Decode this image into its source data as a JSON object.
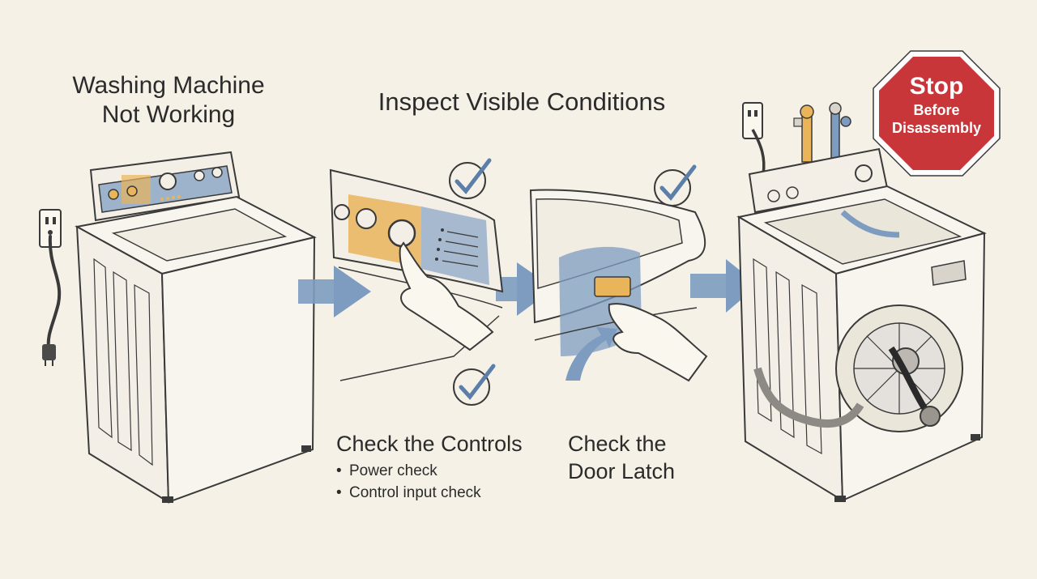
{
  "left_title": {
    "line1": "Washing Machine",
    "line2": "Not Working"
  },
  "center_title": "Inspect Visible Conditions",
  "steps": [
    {
      "title": "Check the Controls",
      "bullets": [
        "Power check",
        "Control input check"
      ]
    },
    {
      "title_line1": "Check the",
      "title_line2": "Door Latch"
    }
  ],
  "stop_sign": {
    "line1": "Stop",
    "line2": "Before",
    "line3": "Disassembly"
  },
  "colors": {
    "background": "#f5f1e6",
    "arrow_blue": "#7d9cc0",
    "highlight_orange": "#e9b45a",
    "stop_red": "#c9363a",
    "check_blue": "#5b7fa9",
    "line": "#3a3a3a"
  },
  "icons": [
    "wall-outlet-icon",
    "plug-icon",
    "check-icon",
    "arrow-right-icon",
    "stop-sign-icon",
    "water-valve-icon",
    "hand-icon"
  ]
}
